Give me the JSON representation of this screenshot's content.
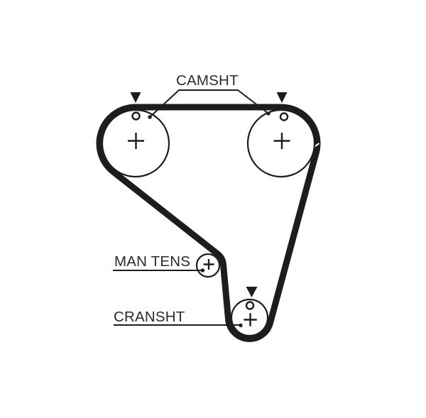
{
  "diagram": {
    "type": "timing-belt-routing",
    "labels": {
      "camshaft": "CAMSHT",
      "manual_tensioner": "MAN TENS",
      "crankshaft": "CRANSHT"
    },
    "components": [
      {
        "name": "camshaft-pulley-left",
        "marks": [
          "timing-arrow",
          "timing-hole",
          "center-cross"
        ]
      },
      {
        "name": "camshaft-pulley-right",
        "marks": [
          "timing-arrow",
          "timing-hole",
          "center-cross"
        ]
      },
      {
        "name": "manual-tensioner-pulley",
        "marks": [
          "center-cross"
        ]
      },
      {
        "name": "crankshaft-pulley",
        "marks": [
          "timing-arrow",
          "timing-hole",
          "center-cross"
        ]
      }
    ],
    "icons": {
      "timing-arrow-icon": "filled-down-triangle",
      "timing-hole-icon": "small-open-circle",
      "center-cross-icon": "plus-cross",
      "leader-dot-icon": "filled-dot"
    },
    "colors": {
      "background": "#ffffff",
      "line": "#1d1d1d",
      "text": "#2b2b2b"
    }
  }
}
